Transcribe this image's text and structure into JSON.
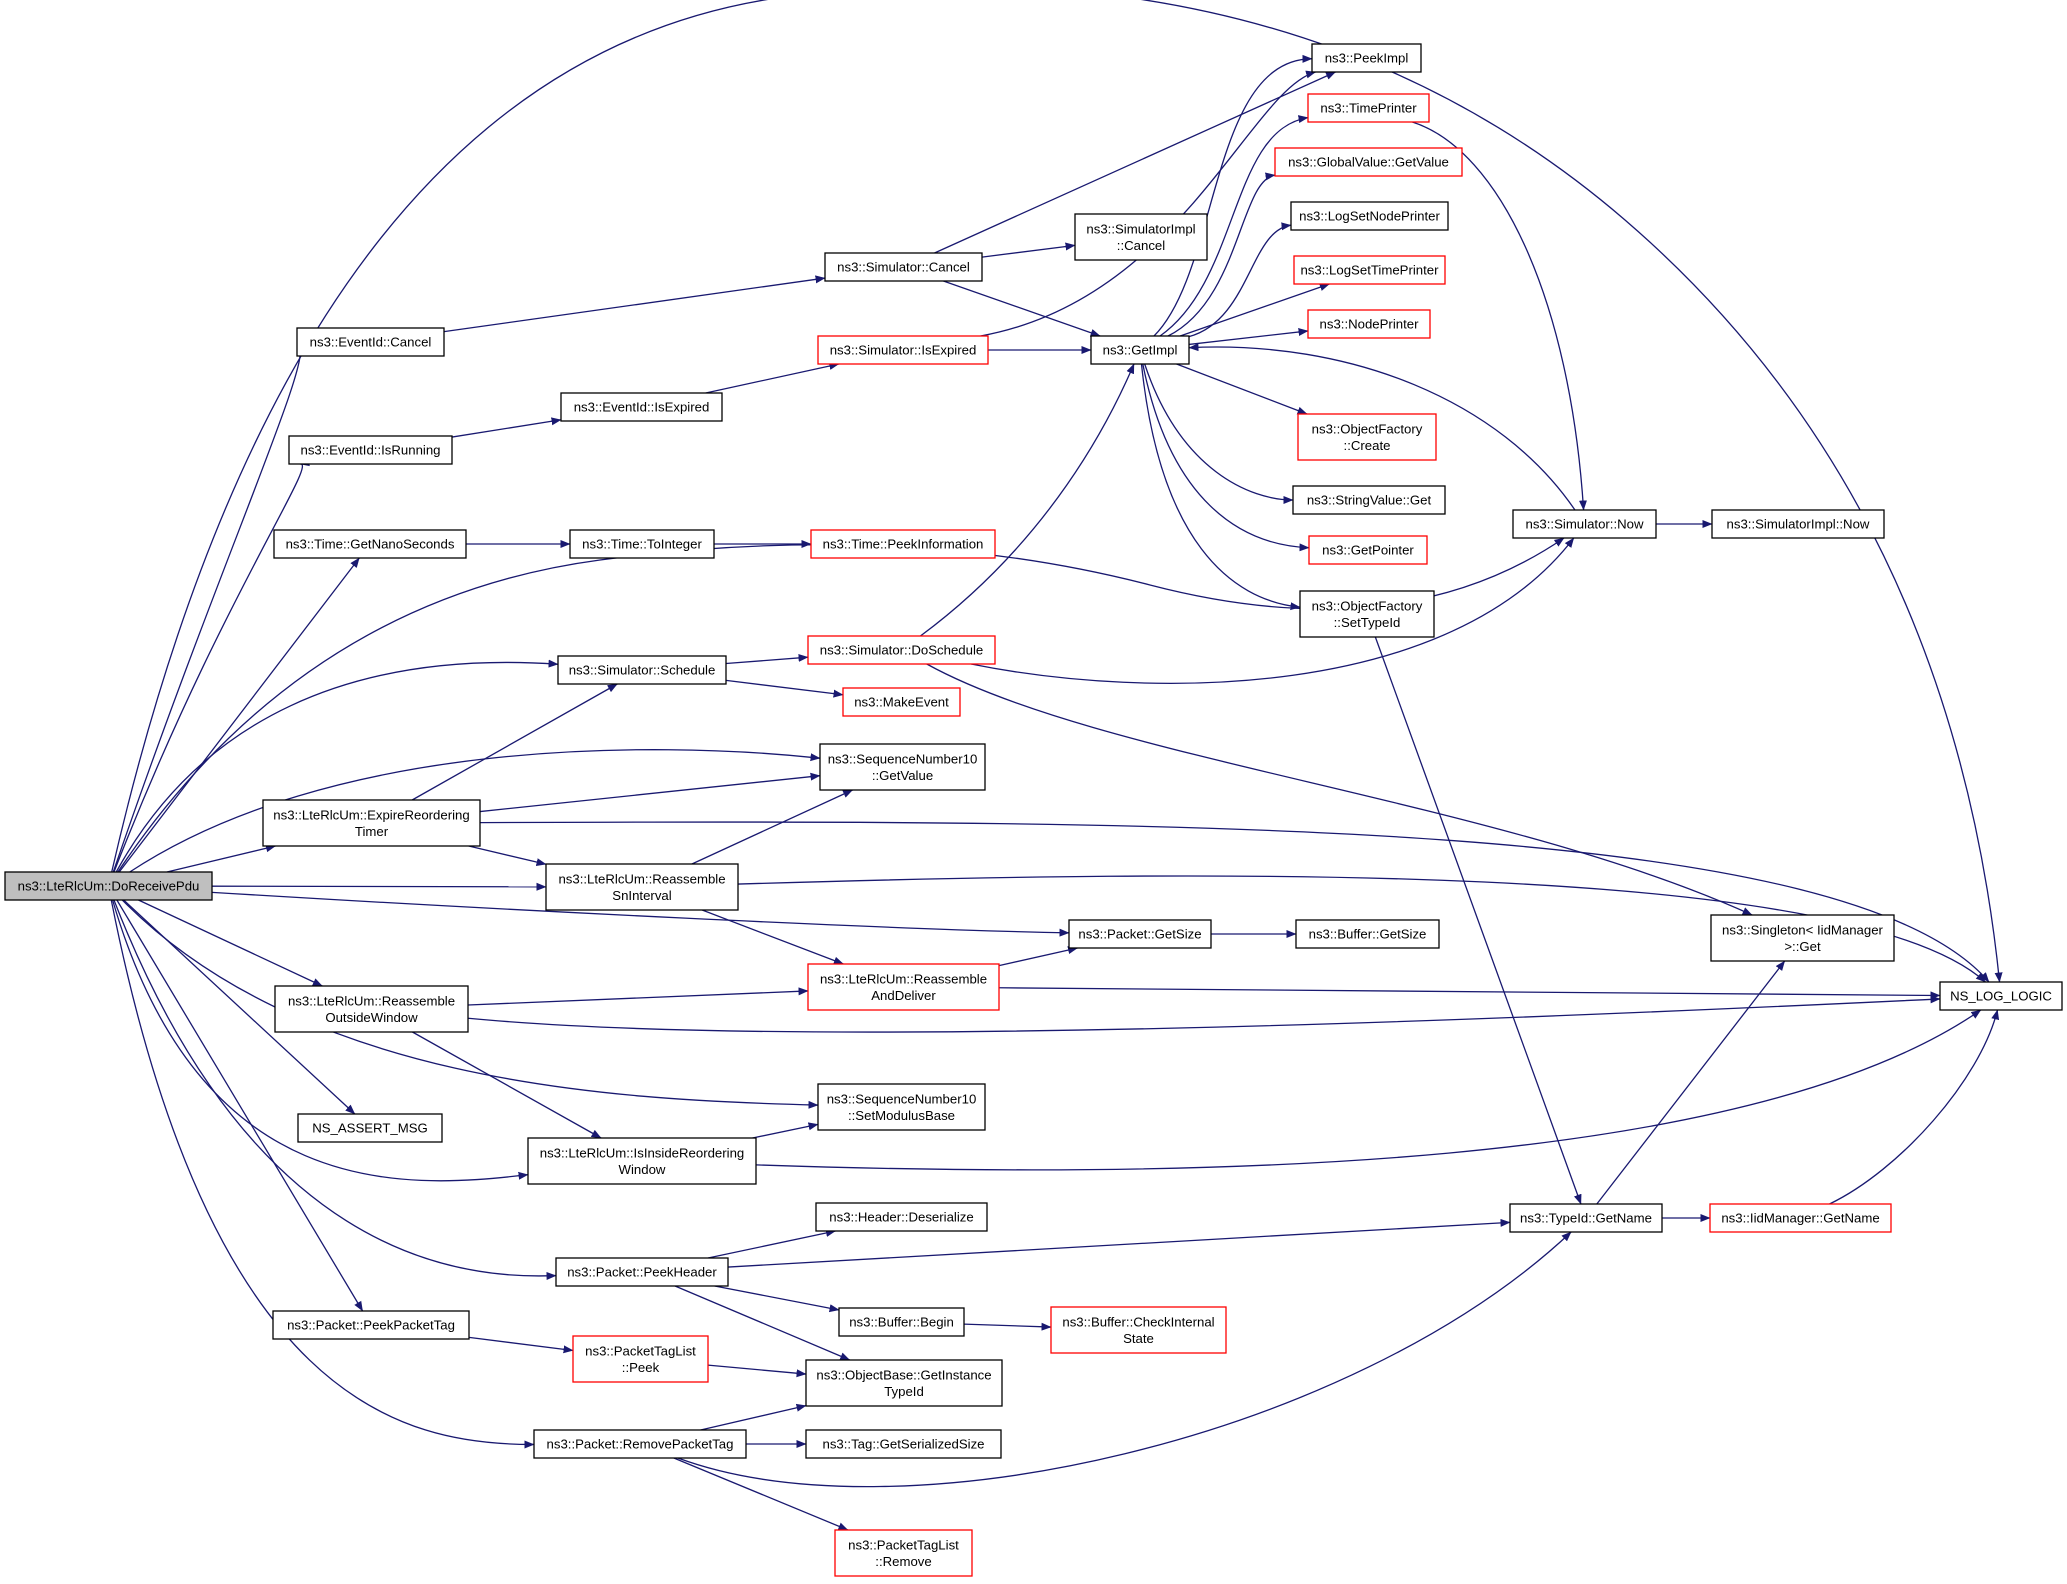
{
  "colors": {
    "edge": "#191970",
    "normal_border": "#000000",
    "truncated_border": "#ff0000",
    "root_fill": "#bfbfbf",
    "node_fill": "#ffffff"
  },
  "nodes": [
    {
      "id": "root",
      "lines": [
        "ns3::LteRlcUm::DoReceivePdu"
      ],
      "style": "root"
    },
    {
      "id": "EventIdCancel",
      "lines": [
        "ns3::EventId::Cancel"
      ],
      "style": "normal"
    },
    {
      "id": "EventIdIsRunning",
      "lines": [
        "ns3::EventId::IsRunning"
      ],
      "style": "normal"
    },
    {
      "id": "TimeGetNano",
      "lines": [
        "ns3::Time::GetNanoSeconds"
      ],
      "style": "normal"
    },
    {
      "id": "ExpireReord",
      "lines": [
        "ns3::LteRlcUm::ExpireReordering",
        "Timer"
      ],
      "style": "normal"
    },
    {
      "id": "ReasmOutside",
      "lines": [
        "ns3::LteRlcUm::Reassemble",
        "OutsideWindow"
      ],
      "style": "normal"
    },
    {
      "id": "NSAssert",
      "lines": [
        "NS_ASSERT_MSG"
      ],
      "style": "normal"
    },
    {
      "id": "PeekPacketTag",
      "lines": [
        "ns3::Packet::PeekPacketTag"
      ],
      "style": "normal"
    },
    {
      "id": "EventIdIsExpired",
      "lines": [
        "ns3::EventId::IsExpired"
      ],
      "style": "normal"
    },
    {
      "id": "TimeToInteger",
      "lines": [
        "ns3::Time::ToInteger"
      ],
      "style": "normal"
    },
    {
      "id": "SimSchedule",
      "lines": [
        "ns3::Simulator::Schedule"
      ],
      "style": "normal"
    },
    {
      "id": "ReasmSn",
      "lines": [
        "ns3::LteRlcUm::Reassemble",
        "SnInterval"
      ],
      "style": "normal"
    },
    {
      "id": "IsInsideReord",
      "lines": [
        "ns3::LteRlcUm::IsInsideReordering",
        "Window"
      ],
      "style": "normal"
    },
    {
      "id": "PeekHeader",
      "lines": [
        "ns3::Packet::PeekHeader"
      ],
      "style": "normal"
    },
    {
      "id": "RemovePacketTag",
      "lines": [
        "ns3::Packet::RemovePacketTag"
      ],
      "style": "normal"
    },
    {
      "id": "SimCancel",
      "lines": [
        "ns3::Simulator::Cancel"
      ],
      "style": "normal"
    },
    {
      "id": "SimIsExpired",
      "lines": [
        "ns3::Simulator::IsExpired"
      ],
      "style": "truncated"
    },
    {
      "id": "TimePeekInfo",
      "lines": [
        "ns3::Time::PeekInformation"
      ],
      "style": "truncated"
    },
    {
      "id": "SimDoSchedule",
      "lines": [
        "ns3::Simulator::DoSchedule"
      ],
      "style": "truncated"
    },
    {
      "id": "MakeEvent",
      "lines": [
        "ns3::MakeEvent"
      ],
      "style": "truncated"
    },
    {
      "id": "SN10GetValue",
      "lines": [
        "ns3::SequenceNumber10",
        "::GetValue"
      ],
      "style": "normal"
    },
    {
      "id": "ReasmDeliver",
      "lines": [
        "ns3::LteRlcUm::Reassemble",
        "AndDeliver"
      ],
      "style": "truncated"
    },
    {
      "id": "SN10SetMod",
      "lines": [
        "ns3::SequenceNumber10",
        "::SetModulusBase"
      ],
      "style": "normal"
    },
    {
      "id": "HeaderDeser",
      "lines": [
        "ns3::Header::Deserialize"
      ],
      "style": "normal"
    },
    {
      "id": "BufferBegin",
      "lines": [
        "ns3::Buffer::Begin"
      ],
      "style": "normal"
    },
    {
      "id": "PacketTagListPeek",
      "lines": [
        "ns3::PacketTagList",
        "::Peek"
      ],
      "style": "truncated"
    },
    {
      "id": "ObjGetInstance",
      "lines": [
        "ns3::ObjectBase::GetInstance",
        "TypeId"
      ],
      "style": "normal"
    },
    {
      "id": "TagGetSerSize",
      "lines": [
        "ns3::Tag::GetSerializedSize"
      ],
      "style": "normal"
    },
    {
      "id": "PacketTagListRemove",
      "lines": [
        "ns3::PacketTagList",
        "::Remove"
      ],
      "style": "truncated"
    },
    {
      "id": "SimImplCancel",
      "lines": [
        "ns3::SimulatorImpl",
        "::Cancel"
      ],
      "style": "normal"
    },
    {
      "id": "GetImpl",
      "lines": [
        "ns3::GetImpl"
      ],
      "style": "normal"
    },
    {
      "id": "PacketGetSize",
      "lines": [
        "ns3::Packet::GetSize"
      ],
      "style": "normal"
    },
    {
      "id": "BufferCheck",
      "lines": [
        "ns3::Buffer::CheckInternal",
        "State"
      ],
      "style": "truncated"
    },
    {
      "id": "PeekImpl",
      "lines": [
        "ns3::PeekImpl"
      ],
      "style": "normal"
    },
    {
      "id": "TimePrinter",
      "lines": [
        "ns3::TimePrinter"
      ],
      "style": "truncated"
    },
    {
      "id": "GlobalGetValue",
      "lines": [
        "ns3::GlobalValue::GetValue"
      ],
      "style": "truncated"
    },
    {
      "id": "LogSetNode",
      "lines": [
        "ns3::LogSetNodePrinter"
      ],
      "style": "normal"
    },
    {
      "id": "LogSetTime",
      "lines": [
        "ns3::LogSetTimePrinter"
      ],
      "style": "truncated"
    },
    {
      "id": "NodePrinter",
      "lines": [
        "ns3::NodePrinter"
      ],
      "style": "truncated"
    },
    {
      "id": "ObjFactCreate",
      "lines": [
        "ns3::ObjectFactory",
        "::Create"
      ],
      "style": "truncated"
    },
    {
      "id": "StringValueGet",
      "lines": [
        "ns3::StringValue::Get"
      ],
      "style": "normal"
    },
    {
      "id": "GetPointer",
      "lines": [
        "ns3::GetPointer"
      ],
      "style": "truncated"
    },
    {
      "id": "ObjFactSetTypeId",
      "lines": [
        "ns3::ObjectFactory",
        "::SetTypeId"
      ],
      "style": "normal"
    },
    {
      "id": "BufferGetSize",
      "lines": [
        "ns3::Buffer::GetSize"
      ],
      "style": "normal"
    },
    {
      "id": "TypeIdGetName",
      "lines": [
        "ns3::TypeId::GetName"
      ],
      "style": "normal"
    },
    {
      "id": "SimNow",
      "lines": [
        "ns3::Simulator::Now"
      ],
      "style": "normal"
    },
    {
      "id": "Singleton",
      "lines": [
        "ns3::Singleton< IidManager",
        ">::Get"
      ],
      "style": "normal"
    },
    {
      "id": "IidGetName",
      "lines": [
        "ns3::IidManager::GetName"
      ],
      "style": "truncated"
    },
    {
      "id": "SimImplNow",
      "lines": [
        "ns3::SimulatorImpl::Now"
      ],
      "style": "normal"
    },
    {
      "id": "NSLogLogic",
      "lines": [
        "NS_LOG_LOGIC"
      ],
      "style": "normal"
    }
  ]
}
